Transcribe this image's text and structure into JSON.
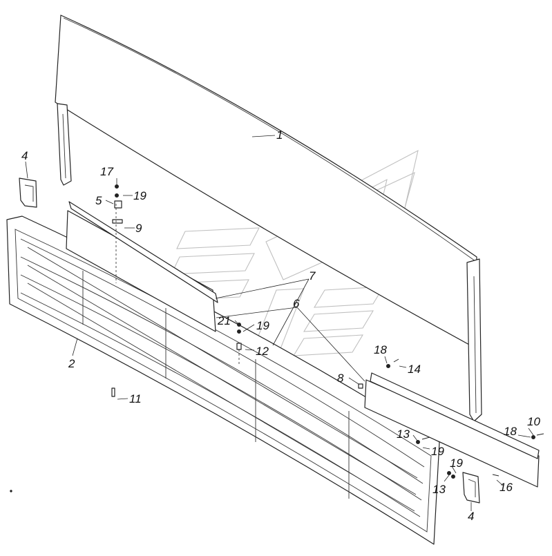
{
  "diagram": {
    "callouts": [
      {
        "id": "c1",
        "text": "1"
      },
      {
        "id": "c2",
        "text": "2"
      },
      {
        "id": "c4a",
        "text": "4"
      },
      {
        "id": "c4b",
        "text": "4"
      },
      {
        "id": "c5",
        "text": "5"
      },
      {
        "id": "c6",
        "text": "6"
      },
      {
        "id": "c7",
        "text": "7"
      },
      {
        "id": "c8",
        "text": "8"
      },
      {
        "id": "c9",
        "text": "9"
      },
      {
        "id": "c10",
        "text": "10"
      },
      {
        "id": "c11",
        "text": "11"
      },
      {
        "id": "c12",
        "text": "12"
      },
      {
        "id": "c13a",
        "text": "13"
      },
      {
        "id": "c13b",
        "text": "13"
      },
      {
        "id": "c14",
        "text": "14"
      },
      {
        "id": "c16",
        "text": "16"
      },
      {
        "id": "c17",
        "text": "17"
      },
      {
        "id": "c18a",
        "text": "18"
      },
      {
        "id": "c18b",
        "text": "18"
      },
      {
        "id": "c19a",
        "text": "19"
      },
      {
        "id": "c19b",
        "text": "19"
      },
      {
        "id": "c19c",
        "text": "19"
      },
      {
        "id": "c19d",
        "text": "19"
      },
      {
        "id": "c21",
        "text": "21"
      }
    ]
  }
}
